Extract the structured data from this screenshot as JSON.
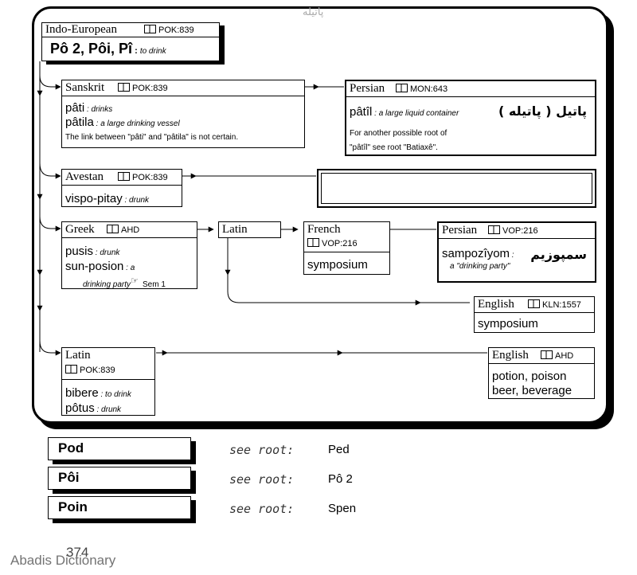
{
  "watermark_top": "پاتیله",
  "footer": {
    "page_number": "374",
    "brand": "Abadis Dictionary"
  },
  "root": {
    "lang": "Indo-European",
    "ref": "POK:839",
    "title": "Pô 2, Pôi, Pî",
    "gloss": "to drink"
  },
  "sanskrit": {
    "lang": "Sanskrit",
    "ref": "POK:839",
    "w1": "pâti",
    "g1": "drinks",
    "w2": "pâtila",
    "g2": "a large drinking vessel",
    "note": "The link between \"pâti\" and \"pâtila\" is not certain."
  },
  "persian1": {
    "lang": "Persian",
    "ref": "MON:643",
    "w1": "pâtîl",
    "g1": "a large liquid container",
    "fa": "پاتیل ( پاتیله )",
    "note1": "For another possible root of",
    "note2": "\"pâtîl\" see root \"Batiaxê\"."
  },
  "avestan": {
    "lang": "Avestan",
    "ref": "POK:839",
    "w1": "vispo-pitay",
    "g1": "drunk"
  },
  "greek": {
    "lang": "Greek",
    "ref": "AHD",
    "w1": "pusis",
    "g1": "drunk",
    "w2": "sun-posion",
    "g2a": "a",
    "g2b": "drinking party",
    "sem": "Sem 1"
  },
  "latin_mid": {
    "lang": "Latin"
  },
  "french": {
    "lang": "French",
    "ref": "VOP:216",
    "w1": "symposium"
  },
  "persian2": {
    "lang": "Persian",
    "ref": "VOP:216",
    "w1": "sampozîyom",
    "g1": "a \"drinking party\"",
    "fa": "سمپوزیم"
  },
  "english1": {
    "lang": "English",
    "ref": "KLN:1557",
    "w1": "symposium"
  },
  "latin2": {
    "lang": "Latin",
    "ref": "POK:839",
    "w1": "bibere",
    "g1": "to drink",
    "w2": "pôtus",
    "g2": "drunk"
  },
  "english2": {
    "lang": "English",
    "ref": "AHD",
    "w1": "potion, poison",
    "w2": "beer, beverage"
  },
  "see_roots": [
    {
      "title": "Pod",
      "label": "see root:",
      "value": "Ped"
    },
    {
      "title": "Pôi",
      "label": "see root:",
      "value": "Pô 2"
    },
    {
      "title": "Poin",
      "label": "see root:",
      "value": "Spen"
    }
  ]
}
